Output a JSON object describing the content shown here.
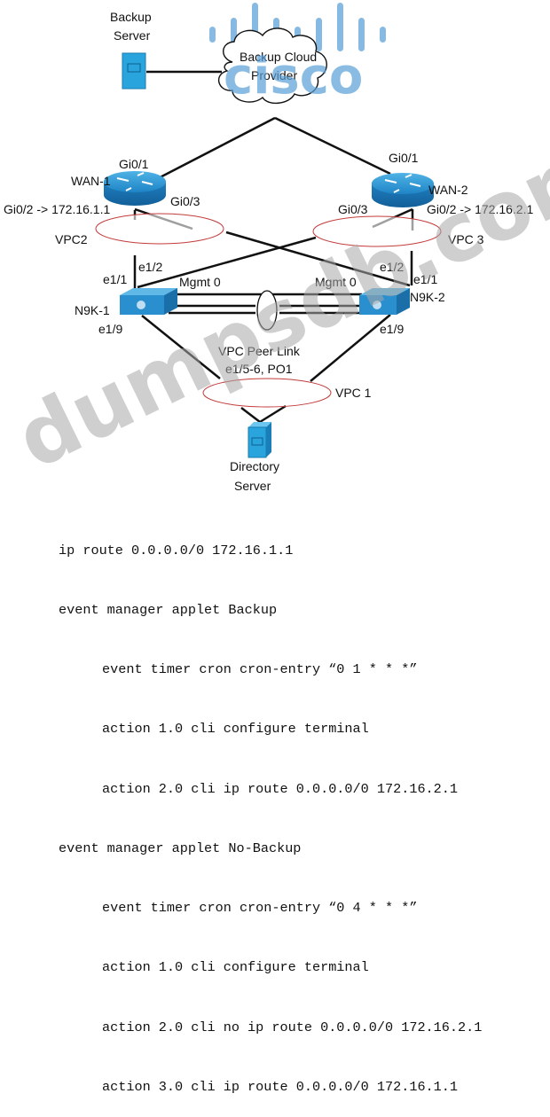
{
  "watermark": {
    "brand": "cisco",
    "site": "dumpsdb.com"
  },
  "nodes": {
    "backup_server": {
      "label_line1": "Backup",
      "label_line2": "Server"
    },
    "cloud": {
      "label_line1": "Backup Cloud",
      "label_line2": "Provider"
    },
    "wan1": {
      "label": "WAN-1",
      "gi01": "Gi0/1",
      "gi02": "Gi0/2 -> 172.16.1.1",
      "gi03": "Gi0/3"
    },
    "wan2": {
      "label": "WAN-2",
      "gi01": "Gi0/1",
      "gi02": "Gi0/2 -> 172.16.2.1",
      "gi03": "Gi0/3"
    },
    "n9k1": {
      "label": "N9K-1",
      "e11": "e1/1",
      "e12": "e1/2",
      "mgmt": "Mgmt 0",
      "e19": "e1/9"
    },
    "n9k2": {
      "label": "N9K-2",
      "e11": "e1/1",
      "e12": "e1/2",
      "mgmt": "Mgmt 0",
      "e19": "e1/9"
    },
    "directory_server": {
      "label_line1": "Directory",
      "label_line2": "Server"
    }
  },
  "vpcs": {
    "vpc1": "VPC 1",
    "vpc2": "VPC2",
    "vpc3": "VPC 3"
  },
  "peer_link": {
    "line1": "VPC Peer Link",
    "line2": "e1/5-6, PO1"
  },
  "config": [
    "ip route 0.0.0.0/0 172.16.1.1",
    "event manager applet Backup",
    "event timer cron cron-entry “0 1 * * *”",
    "action 1.0 cli configure terminal",
    "action 2.0 cli ip route 0.0.0.0/0 172.16.2.1",
    "event manager applet No-Backup",
    "event timer cron cron-entry “0 4 * * *”",
    "action 1.0 cli configure terminal",
    "action 2.0 cli no ip route 0.0.0.0/0 172.16.2.1",
    "action 3.0 cli ip route 0.0.0.0/0 172.16.1.1"
  ]
}
